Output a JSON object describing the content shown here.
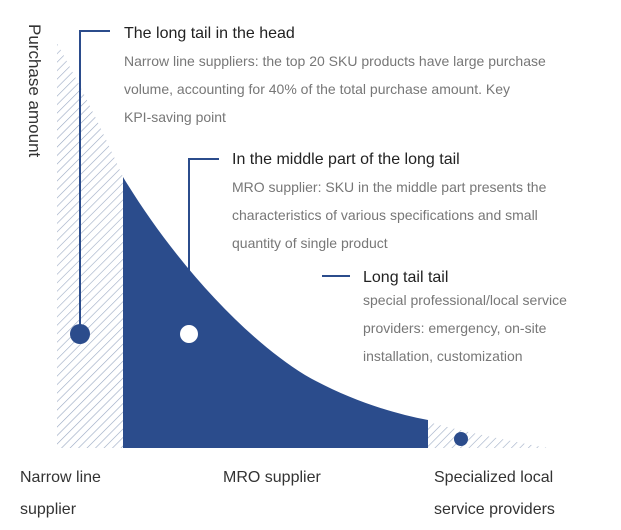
{
  "y_axis_label": "Purchase amount",
  "callouts": [
    {
      "title": "The long tail in the head",
      "lines": [
        "Narrow line suppliers: the top 20 SKU products have large purchase",
        "volume, accounting for 40% of the total purchase amount. Key",
        "KPI-saving point"
      ]
    },
    {
      "title": "In the middle part of the long tail",
      "lines": [
        "MRO supplier: SKU in the middle part presents the",
        "characteristics of various specifications and small",
        "quantity of single product"
      ]
    },
    {
      "title": "Long tail tail",
      "lines": [
        "special professional/local service",
        "providers: emergency, on-site",
        "installation, customization"
      ]
    }
  ],
  "categories": [
    {
      "lines": [
        "Narrow line",
        "supplier"
      ]
    },
    {
      "lines": [
        "MRO supplier"
      ]
    },
    {
      "lines": [
        "Specialized local",
        "service providers"
      ]
    }
  ],
  "colors": {
    "fill": "#2b4c8c",
    "hatch": "#9aa9c3",
    "leader": "#2b4c8c",
    "title_text": "#222222",
    "body_text": "#777777"
  }
}
